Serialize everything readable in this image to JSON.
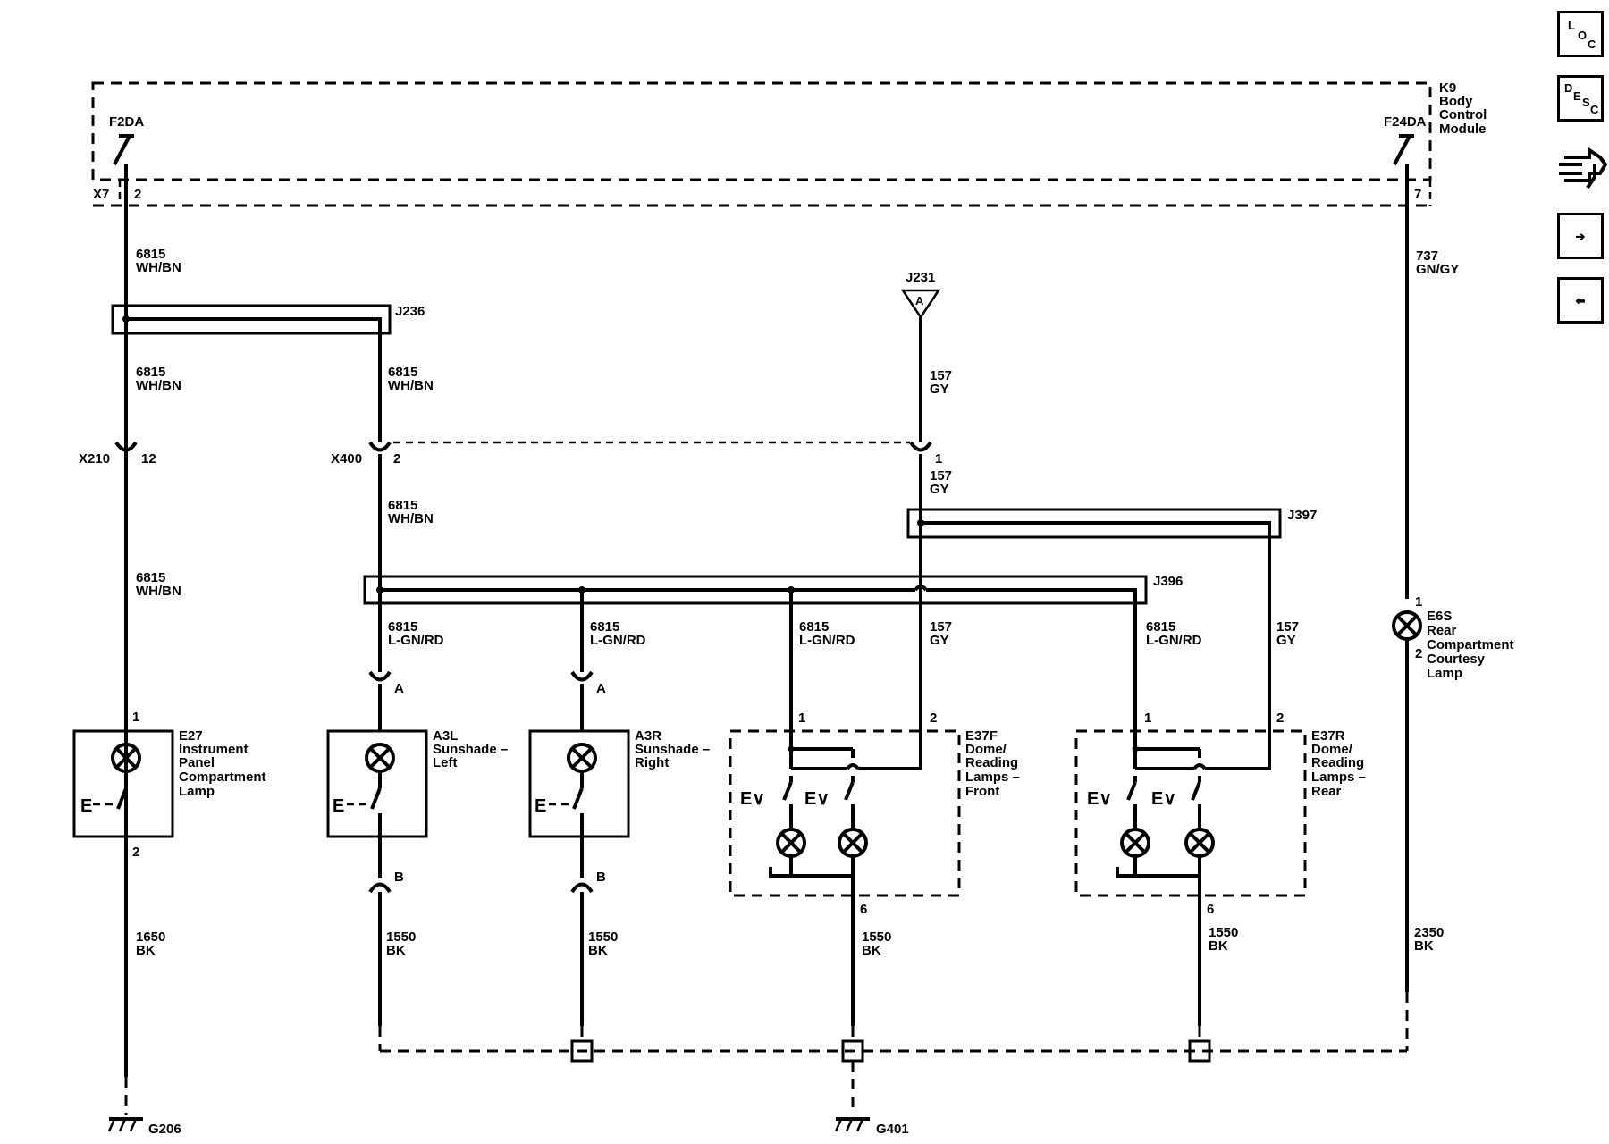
{
  "nav": {
    "loc": [
      "L",
      "O",
      "C"
    ],
    "desc": [
      "D",
      "E",
      "S",
      "C"
    ],
    "forward_symbol": "➔",
    "back_symbol": "⬅"
  },
  "module": {
    "name": [
      "K9",
      "Body",
      "Control",
      "Module"
    ],
    "pin_left": "F2DA",
    "pin_right": "F24DA",
    "connector": "X7",
    "pin_left_num": "2",
    "pin_right_num": "7"
  },
  "wires": {
    "w6815_whbn": [
      "6815",
      "WH/BN"
    ],
    "w737": [
      "737",
      "GN/GY"
    ],
    "w157": [
      "157",
      "GY"
    ],
    "w6815_lgn": [
      "6815",
      "L-GN/RD"
    ],
    "w1650": [
      "1650",
      "BK"
    ],
    "w1550": [
      "1550",
      "BK"
    ],
    "w2350": [
      "2350",
      "BK"
    ]
  },
  "splices": {
    "j236": "J236",
    "j231": "J231",
    "j231_letter": "A",
    "j397": "J397",
    "j396": "J396"
  },
  "connectors": {
    "x210": "X210",
    "x210_pin": "12",
    "x400": "X400",
    "x400_pin": "2",
    "x400_pin_b": "1"
  },
  "components": {
    "e27": [
      "E27",
      "Instrument",
      "Panel",
      "Compartment",
      "Lamp"
    ],
    "a3l": [
      "A3L",
      "Sunshade –",
      "Left"
    ],
    "a3r": [
      "A3R",
      "Sunshade –",
      "Right"
    ],
    "e37f": [
      "E37F",
      "Dome/",
      "Reading",
      "Lamps –",
      "Front"
    ],
    "e37r": [
      "E37R",
      "Dome/",
      "Reading",
      "Lamps –",
      "Rear"
    ],
    "e6s": [
      "E6S",
      "Rear",
      "Compartment",
      "Courtesy",
      "Lamp"
    ]
  },
  "pins": {
    "p1": "1",
    "p2": "2",
    "p6": "6",
    "pA": "A",
    "pB": "B",
    "ev": "E∨",
    "e": "E"
  },
  "grounds": {
    "g206": "G206",
    "g401": "G401"
  }
}
